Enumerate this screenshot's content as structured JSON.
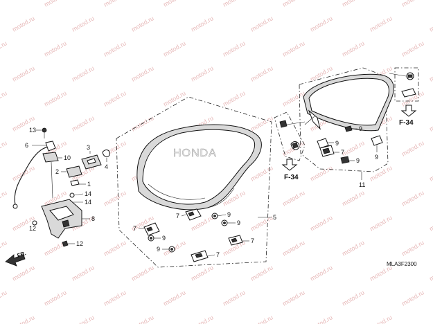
{
  "diagram": {
    "watermark": "motod.ru",
    "callouts": {
      "c1": "1",
      "c2": "2",
      "c3": "3",
      "c4": "4",
      "c5": "5",
      "c6": "6",
      "c7a": "7",
      "c7b": "7",
      "c7c": "7",
      "c7d": "7",
      "c8": "8",
      "c9a": "9",
      "c9b": "9",
      "c9c": "9",
      "c9d": "9",
      "c9e": "9",
      "c9f": "9",
      "c9g": "9",
      "c10": "10",
      "c11": "11",
      "c12a": "12",
      "c12b": "12",
      "c13": "13",
      "c14a": "14",
      "c14b": "14"
    },
    "refs": {
      "f34_left": "F-34",
      "f34_right": "F-34"
    },
    "front_marker": "FR.",
    "diagram_code": "MLA3F2300"
  }
}
